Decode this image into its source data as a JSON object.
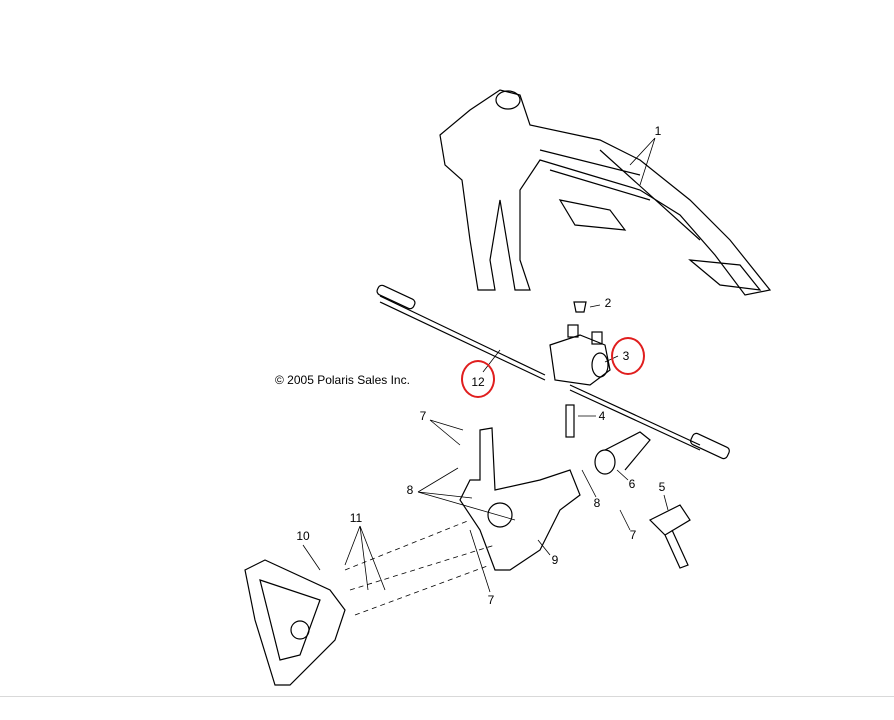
{
  "copyright": "© 2005 Polaris Sales Inc.",
  "callouts": [
    "1",
    "2",
    "3",
    "12",
    "4",
    "7",
    "8",
    "6",
    "5",
    "8",
    "7",
    "9",
    "10",
    "11",
    "7"
  ],
  "highlight_color": "#e01e1e"
}
